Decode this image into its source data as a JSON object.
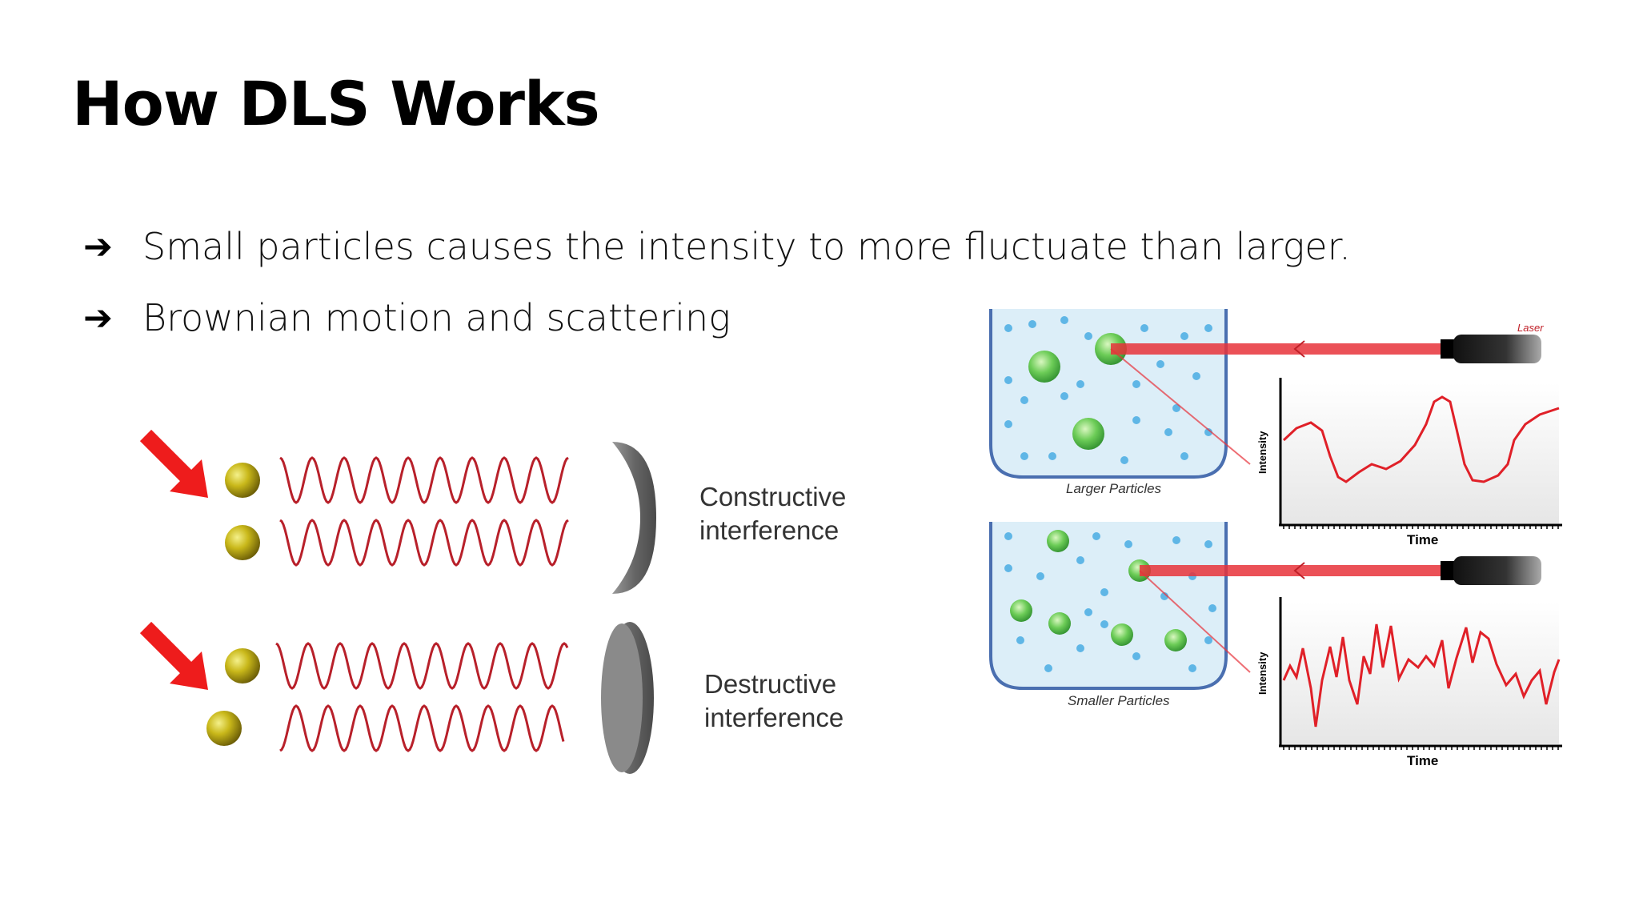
{
  "slide": {
    "title": "How DLS Works",
    "bullets": [
      {
        "marker": "➔",
        "text": "Small particles causes the intensity to more fluctuate than larger."
      },
      {
        "marker": "➔",
        "text": "Brownian motion and scattering"
      }
    ]
  },
  "interference_figure": {
    "constructive_label_line1": "Constructive",
    "constructive_label_line2": "interference",
    "destructive_label_line1": "Destructive",
    "destructive_label_line2": "interference"
  },
  "dls_figure": {
    "laser_label": "Laser",
    "larger_label": "Larger Particles",
    "smaller_label": "Smaller Particles",
    "y_axis_label": "Intensity",
    "x_axis_label": "Time",
    "colors": {
      "signal": "#e02028",
      "particle": "#5cc05c",
      "beam": "#e8323a",
      "cuvette": "#4a6fb0"
    }
  }
}
